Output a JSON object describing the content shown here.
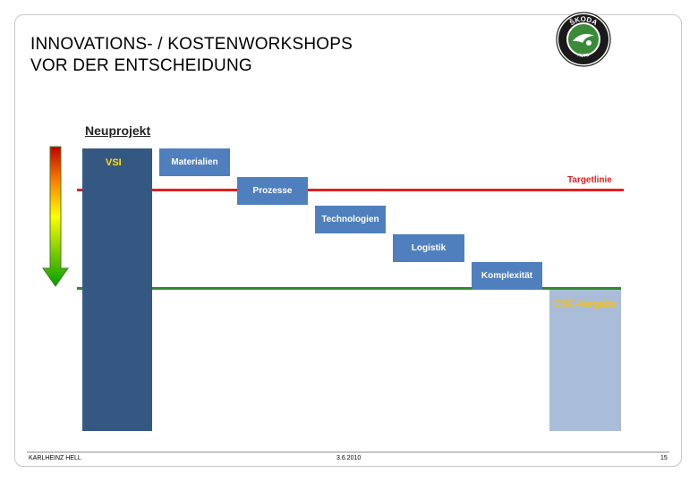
{
  "slide": {
    "title": "INNOVATIONS- / KOSTENWORKSHOPS\nVOR DER ENTSCHEIDUNG",
    "logo": {
      "ring_text": "ŠKODA",
      "bottom_text": "AUTO"
    }
  },
  "diagram": {
    "heading": "Neuprojekt",
    "start_bar": {
      "label": "VSI",
      "label_color": "#ffe000",
      "color": "#355882"
    },
    "steps": [
      {
        "label": "Materialien"
      },
      {
        "label": "Prozesse"
      },
      {
        "label": "Technologien"
      },
      {
        "label": "Logistik"
      },
      {
        "label": "Komplexität"
      }
    ],
    "step_color": "#4f7fbd",
    "target_line": {
      "label": "Targetlinie",
      "color": "#e02020"
    },
    "baseline": {
      "color": "#2e8b2e"
    },
    "end_bar": {
      "label": "CSC-Vergabe",
      "label_color": "#ffc000",
      "color": "#aabdd8"
    }
  },
  "footer": {
    "author": "KARLHEINZ HELL",
    "date": "3.6.2010",
    "page": "15"
  }
}
